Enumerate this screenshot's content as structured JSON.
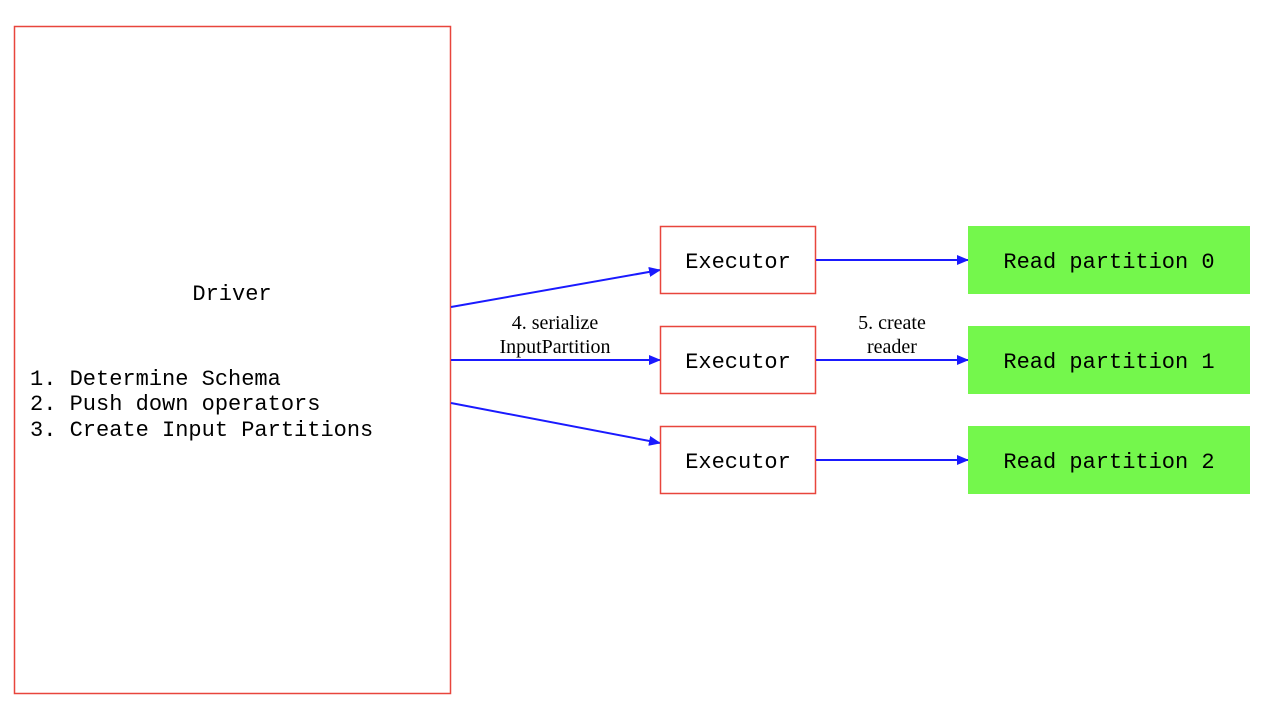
{
  "driver": {
    "title": "Driver",
    "steps": [
      "1. Determine Schema",
      "2. Push down operators",
      "3. Create Input Partitions"
    ]
  },
  "executors": [
    {
      "label": "Executor",
      "reader": "Read partition 0"
    },
    {
      "label": "Executor",
      "reader": "Read partition 1"
    },
    {
      "label": "Executor",
      "reader": "Read partition 2"
    }
  ],
  "edge_labels": {
    "serialize": [
      "4. serialize",
      "InputPartition"
    ],
    "create_reader": [
      "5. create",
      "reader"
    ]
  },
  "colors": {
    "box_border": "#e8453c",
    "arrow": "#1a1aff",
    "reader_fill": "#74f74c"
  }
}
